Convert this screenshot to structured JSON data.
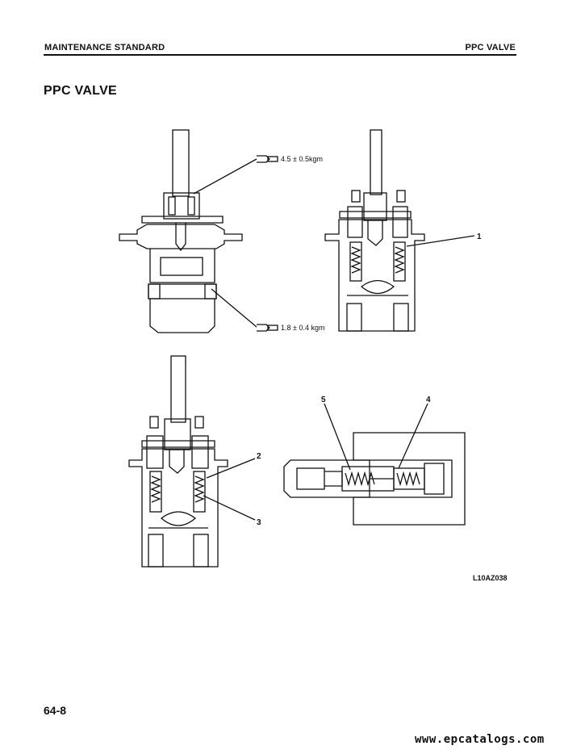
{
  "header": {
    "left": "MAINTENANCE STANDARD",
    "right": "PPC VALVE"
  },
  "title": "PPC VALVE",
  "figure": {
    "torque_top": "4.5 ± 0.5kgm",
    "torque_bottom": "1.8 ± 0.4 kgm",
    "callouts": [
      "1",
      "2",
      "3",
      "4",
      "5"
    ],
    "figure_code": "L10AZ038"
  },
  "footer": {
    "page_number": "64-8",
    "watermark": "www.epcatalogs.com"
  }
}
